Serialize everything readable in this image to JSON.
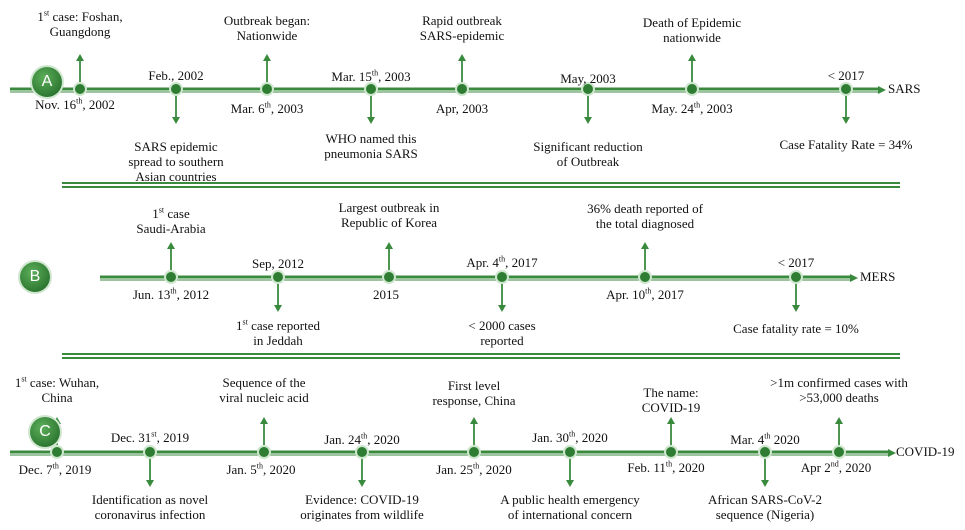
{
  "rows": [
    {
      "id": "A",
      "label": "SARS",
      "events": [
        {
          "date": "Nov. 16<sup>th</sup>, 2002",
          "note": "1<sup>st</sup> case: Foshan,<br>Guangdong"
        },
        {
          "date": "Feb., 2002",
          "note": "SARS epidemic<br>spread to southern<br>Asian countries"
        },
        {
          "date": "Mar. 6<sup>th</sup>, 2003",
          "note": "Outbreak began:<br>Nationwide"
        },
        {
          "date": "Mar. 15<sup>th</sup>, 2003",
          "note": "WHO named this<br>pneumonia SARS"
        },
        {
          "date": "Apr, 2003",
          "note": "Rapid outbreak<br>SARS-epidemic"
        },
        {
          "date": "May, 2003",
          "note": "Significant reduction<br>of Outbreak"
        },
        {
          "date": "May. 24<sup>th</sup>, 2003",
          "note": "Death of Epidemic<br>nationwide"
        },
        {
          "date": "&lt; 2017",
          "note": "Case Fatality Rate = 34%"
        }
      ]
    },
    {
      "id": "B",
      "label": "MERS",
      "events": [
        {
          "date": "Jun. 13<sup>th</sup>, 2012",
          "note": "1<sup>st</sup> case<br>Saudi-Arabia"
        },
        {
          "date": "Sep, 2012",
          "note": "1<sup>st</sup> case reported<br>in Jeddah"
        },
        {
          "date": "2015",
          "note": "Largest outbreak in<br>Republic of Korea"
        },
        {
          "date": "Apr. 4<sup>th</sup>, 2017",
          "note": "&lt; 2000 cases<br>reported"
        },
        {
          "date": "Apr. 10<sup>th</sup>, 2017",
          "note": "36% death reported of<br>the total diagnosed"
        },
        {
          "date": "&lt; 2017",
          "note": "Case fatality rate = 10%"
        }
      ]
    },
    {
      "id": "C",
      "label": "COVID-19",
      "events": [
        {
          "date": "Dec. 7<sup>th</sup>, 2019",
          "note": "1<sup>st</sup> case: Wuhan,<br>China"
        },
        {
          "date": "Dec. 31<sup>st</sup>, 2019",
          "note": "Identification as novel<br>coronavirus infection"
        },
        {
          "date": "Jan. 5<sup>th</sup>, 2020",
          "note": "Sequence of the<br>viral nucleic acid"
        },
        {
          "date": "Jan. 24<sup>th</sup>, 2020",
          "note": "Evidence: COVID-19<br>originates from wildlife"
        },
        {
          "date": "Jan. 25<sup>th</sup>, 2020",
          "note": "First level<br>response, China"
        },
        {
          "date": "Jan. 30<sup>th</sup>, 2020",
          "note": "A public health emergency<br>of international concern"
        },
        {
          "date": "Feb. 11<sup>th</sup>, 2020",
          "note": "The name:<br>COVID-19"
        },
        {
          "date": "Mar. 4<sup>th</sup> 2020",
          "note": "African SARS-CoV-2<br>sequence (Nigeria)"
        },
        {
          "date": "Apr 2<sup>nd</sup>, 2020",
          "note": ">1m confirmed cases with<br>>53,000 deaths"
        }
      ]
    }
  ],
  "colors": {
    "line": "#3a8a3e",
    "node": "#2e7d32",
    "divider": "#2e7d32"
  }
}
